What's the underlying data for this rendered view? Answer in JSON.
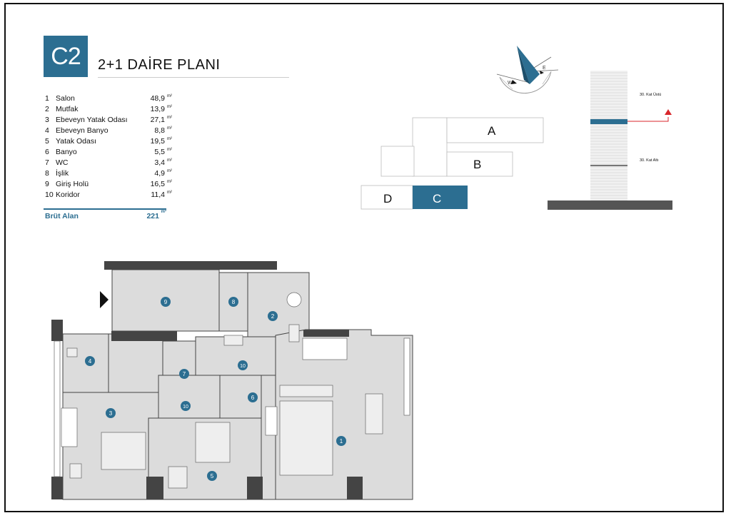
{
  "header": {
    "unit_code": "C2",
    "title": "2+1 DAİRE PLANI"
  },
  "rooms": [
    {
      "num": "1",
      "name": "Salon",
      "area": "48,9",
      "unit": "m²"
    },
    {
      "num": "2",
      "name": "Mutfak",
      "area": "13,9",
      "unit": "m²"
    },
    {
      "num": "3",
      "name": "Ebeveyn Yatak Odası",
      "area": "27,1",
      "unit": "m²"
    },
    {
      "num": "4",
      "name": "Ebeveyn Banyo",
      "area": "8,8",
      "unit": "m²"
    },
    {
      "num": "5",
      "name": "Yatak Odası",
      "area": "19,5",
      "unit": "m²"
    },
    {
      "num": "6",
      "name": "Banyo",
      "area": "5,5",
      "unit": "m²"
    },
    {
      "num": "7",
      "name": "WC",
      "area": "3,4",
      "unit": "m²"
    },
    {
      "num": "8",
      "name": "İşlik",
      "area": "4,9",
      "unit": "m²"
    },
    {
      "num": "9",
      "name": "Giriş Holü",
      "area": "16,5",
      "unit": "m²"
    },
    {
      "num": "10",
      "name": "Koridor",
      "area": "11,4",
      "unit": "m²"
    }
  ],
  "gross": {
    "label": "Brüt Alan",
    "area": "221",
    "unit": "m²"
  },
  "key_plan": {
    "blocks": [
      "A",
      "B",
      "C",
      "D"
    ],
    "highlight": "C",
    "highlight_color": "#2c6e91"
  },
  "compass": {
    "e": "E",
    "w": "W"
  },
  "section": {
    "upper_label": "30. Kat Üstü",
    "lower_label": "30. Kat Altı",
    "marker_color": "#d8262b"
  },
  "floor_plan": {
    "room_markers": [
      "9",
      "8",
      "2",
      "4",
      "7",
      "10",
      "10",
      "6",
      "3",
      "5",
      "1"
    ],
    "marker_color": "#2c6e91"
  }
}
